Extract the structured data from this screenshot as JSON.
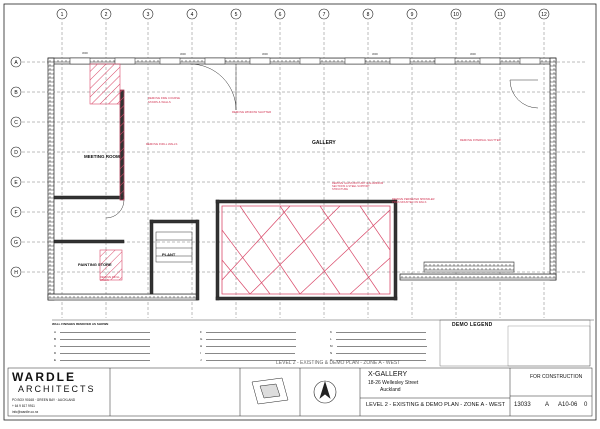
{
  "grid": {
    "top": [
      "1",
      "2",
      "3",
      "4",
      "5",
      "6",
      "7",
      "8",
      "9",
      "10",
      "11",
      "12"
    ],
    "left": [
      "A",
      "B",
      "C",
      "D",
      "E",
      "F",
      "G",
      "H"
    ]
  },
  "rooms": {
    "meeting": "MEETING ROOM",
    "gallery": "GALLERY",
    "store": "PAINTING STORE",
    "plant": "PLANT"
  },
  "annotations": {
    "fire_stairs": "REMOVE FIRE COURSE STAIRS & WALLS",
    "window_shutter": "REMOVE WINDOW SHUTTER",
    "infill_walls": "REMOVE INFILL WALLS",
    "internal_shutter": "REMOVE INTERNAL SHUTTER",
    "glass_box": "REMOVE GLASS BOX UNIT & ALUMINIUM SECTIONS & STEEL SUPPORT STRUCTURE",
    "sprinkler": "REMOVE PERIMETER SPRINKLER PIPES MOUNTED ON RAILS",
    "infill_small": "REMOVE INFILL WALLS"
  },
  "legend": {
    "heading": "WALL FINISHES REMOVED AS SHOWN",
    "col1": [
      "A",
      "B",
      "C",
      "D",
      "E"
    ],
    "col2": [
      "F",
      "G",
      "H",
      "I",
      "J"
    ],
    "col3": [
      "K",
      "L",
      "M",
      "N",
      "O"
    ]
  },
  "demo_legend": {
    "title": "DEMO LEGEND"
  },
  "firm": {
    "name1": "WARDLE",
    "name2": "ARCHITECTS",
    "address": "PO BOX 90168 · GREEN BAY · AUCKLAND",
    "phone": "+ 64 9 817 9911",
    "email": "info@wardle.co.nz"
  },
  "title_block": {
    "drawing_small": "LEVEL 2 - EXISTING & DEMO PLAN - ZONE A - WEST",
    "project": "X-GALLERY",
    "address": "18-26 Wellesley Street",
    "city": "Auckland",
    "drawing_title": "LEVEL 2 - EXISTING & DEMO PLAN - ZONE A - WEST",
    "status": "FOR CONSTRUCTION",
    "job": "13033",
    "size": "A",
    "sheet": "A10-06",
    "rev": "0"
  }
}
